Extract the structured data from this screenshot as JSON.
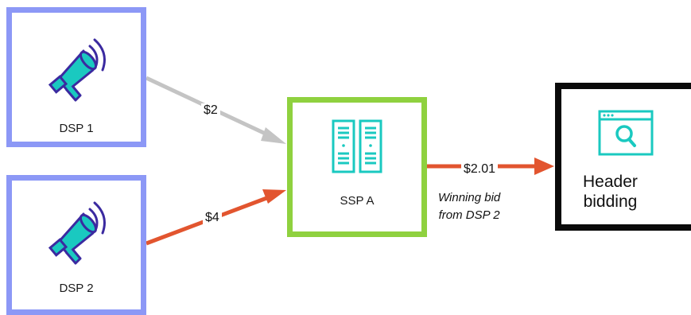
{
  "nodes": {
    "dsp1": {
      "label": "DSP 1",
      "icon": "megaphone-icon"
    },
    "dsp2": {
      "label": "DSP 2",
      "icon": "megaphone-icon"
    },
    "ssp_a": {
      "label": "SSP A",
      "icon": "server-icon"
    },
    "header_bidding": {
      "line1": "Header",
      "line2": "bidding",
      "icon": "browser-search-icon"
    }
  },
  "edges": {
    "dsp1_to_ssp": {
      "label": "$2",
      "color": "#c4c4c4"
    },
    "dsp2_to_ssp": {
      "label": "$4",
      "color": "#e2552f"
    },
    "ssp_to_header": {
      "label": "$2.01",
      "color": "#e2552f"
    }
  },
  "annotation": {
    "line1": "Winning bid",
    "line2": "from DSP 2"
  },
  "colors": {
    "dsp_border": "#8c98f6",
    "ssp_border": "#8fd13f",
    "header_border": "#0a0a0a",
    "icon_fill": "#1ac9c0",
    "icon_stroke": "#3b2aa0"
  }
}
